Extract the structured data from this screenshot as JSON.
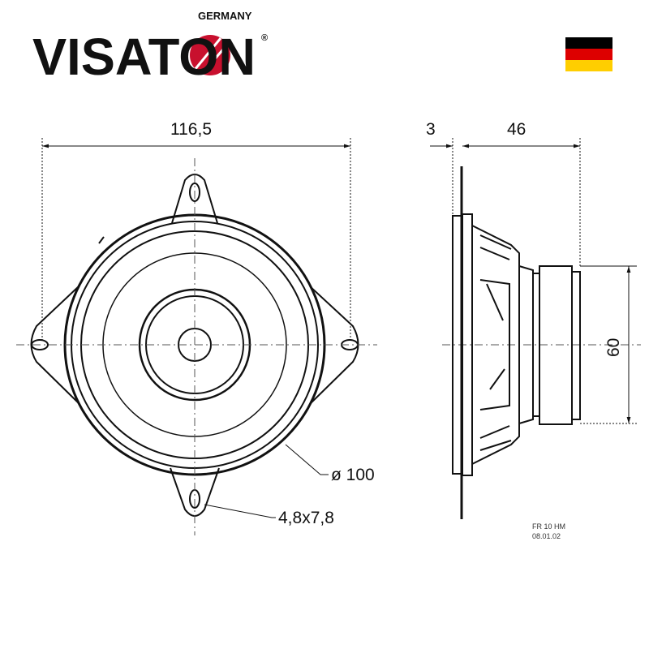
{
  "logo": {
    "brand": "VISATON",
    "sub": "GERMANY",
    "reg": "®"
  },
  "flag": {
    "colors": [
      "#000000",
      "#dd0000",
      "#ffce00"
    ]
  },
  "dimensions": {
    "width": "116,5",
    "flange_thickness": "3",
    "depth": "46",
    "magnet_diameter": "60",
    "cutout_diameter": "ø 100",
    "hole_size": "4,8x7,8"
  },
  "footer": {
    "model": "FR 10 HM",
    "date": "08.01.02"
  },
  "colors": {
    "logo_red": "#c8102e",
    "line": "#111111"
  }
}
